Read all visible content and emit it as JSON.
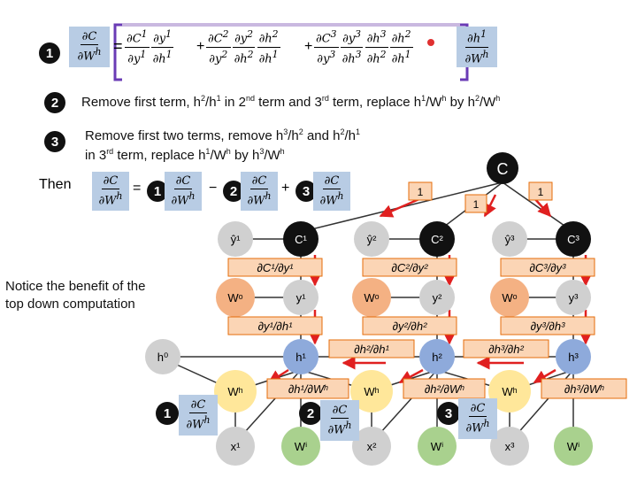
{
  "top_equation": {
    "badge": "1",
    "lhs": {
      "num": "∂C",
      "den": "∂W",
      "den_sup": "h"
    },
    "term1": [
      {
        "num": "∂C",
        "num_sup": "1",
        "den": "∂y",
        "den_sup": "1"
      },
      {
        "num": "∂y",
        "num_sup": "1",
        "den": "∂h",
        "den_sup": "1"
      }
    ],
    "term2": [
      {
        "num": "∂C",
        "num_sup": "2",
        "den": "∂y",
        "den_sup": "2"
      },
      {
        "num": "∂y",
        "num_sup": "2",
        "den": "∂h",
        "den_sup": "2"
      },
      {
        "num": "∂h",
        "num_sup": "2",
        "den": "∂h",
        "den_sup": "1"
      }
    ],
    "term3": [
      {
        "num": "∂C",
        "num_sup": "3",
        "den": "∂y",
        "den_sup": "3"
      },
      {
        "num": "∂y",
        "num_sup": "3",
        "den": "∂h",
        "den_sup": "3"
      },
      {
        "num": "∂h",
        "num_sup": "3",
        "den": "∂h",
        "den_sup": "2"
      },
      {
        "num": "∂h",
        "num_sup": "2",
        "den": "∂h",
        "den_sup": "1"
      }
    ],
    "last": {
      "num": "∂h",
      "num_sup": "1",
      "den": "∂W",
      "den_sup": "h"
    },
    "equals": "=",
    "plus": "+"
  },
  "steps": {
    "step2": {
      "badge": "2",
      "text_html": "Remove first term, h<sup>2</sup>/h<sup>1</sup> in 2<sup>nd</sup> term and 3<sup>rd</sup> term, replace h<sup>1</sup>/W<sup>h</sup> by h<sup>2</sup>/W<sup>h</sup>"
    },
    "step3": {
      "badge": "3",
      "line1_html": "Remove first two terms, remove h<sup>3</sup>/h<sup>2</sup> and h<sup>2</sup>/h<sup>1</sup>",
      "line2_html": "in 3<sup>rd</sup> term, replace h<sup>1</sup>/W<sup>h</sup> by h<sup>3</sup>/W<sup>h</sup>"
    }
  },
  "then_row": {
    "label": "Then",
    "minus": "−",
    "plus": "+",
    "badges": [
      "1",
      "2",
      "3"
    ]
  },
  "note": {
    "line1": "Notice the benefit of the",
    "line2": "top down computation"
  },
  "graph": {
    "top_node": "C",
    "top_weights": [
      "1",
      "1",
      "1"
    ],
    "yhat_labels": [
      "ŷ¹",
      "ŷ²",
      "ŷ³"
    ],
    "c_labels": [
      "C¹",
      "C²",
      "C³"
    ],
    "dcdy_labels": [
      "∂C¹/∂y¹",
      "∂C²/∂y²",
      "∂C³/∂y³"
    ],
    "wo_labels": [
      "Wᵒ",
      "Wᵒ",
      "Wᵒ"
    ],
    "y_labels": [
      "y¹",
      "y²",
      "y³"
    ],
    "dydh_labels": [
      "∂y¹/∂h¹",
      "∂y²/∂h²",
      "∂y³/∂h³"
    ],
    "h_labels": [
      "h⁰",
      "h¹",
      "h²",
      "h³"
    ],
    "dhdh_labels": [
      "∂h²/∂h¹",
      "∂h³/∂h²"
    ],
    "wh_labels": [
      "Wʰ",
      "Wʰ",
      "Wʰ"
    ],
    "dhdw_labels": [
      "∂h¹/∂Wʰ",
      "∂h²/∂Wʰ",
      "∂h³/∂Wʰ"
    ],
    "x_labels": [
      "x¹",
      "x²",
      "x³"
    ],
    "wi_labels": [
      "Wⁱ",
      "Wⁱ",
      "Wⁱ"
    ],
    "bottom_badges": [
      "1",
      "2",
      "3"
    ],
    "dcdw_label": "∂C/∂Wʰ"
  },
  "colors": {
    "black_node": "#111111",
    "grey_node": "#d0d0d0",
    "purple_node": "#c9b8e0",
    "blue_node": "#8eaadb",
    "yellow_node": "#ffe79a",
    "green_node": "#a9d18e",
    "arrow_red": "#e02020",
    "orange_tag": "#fbd5b5",
    "blue_tag": "#b8cce4",
    "bracket_purple": "#6a3bb5"
  }
}
